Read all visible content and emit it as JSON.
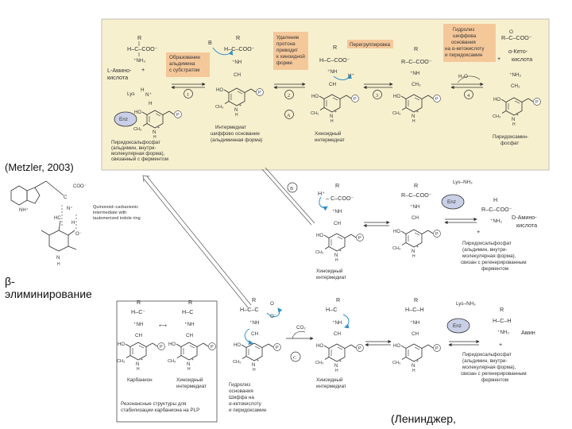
{
  "citations": {
    "metzler": "(Metzler, 2003)",
    "lehninger": "(Ленинджер,"
  },
  "beta_label_line1": "β-",
  "beta_label_line2": "элиминирование",
  "left_figure": {
    "note_line1": "Quinonoid–carbanionic",
    "note_line2": "intermediate with",
    "note_line3": "tautomerized indole ring"
  },
  "panel_top": {
    "aa_label1": "L-Амино-",
    "aa_label2": "кислота",
    "plp_caption": [
      "Пиридоксальфосфат",
      "(альдимин, внутри-",
      "молекулярная форма),",
      "связанный с ферментом"
    ],
    "intermediate_caption": [
      "Интермедиат",
      "шиффово основание",
      "(альдиминная форма)"
    ],
    "quinonoid_caption": [
      "Хиноидный",
      "интермедиат"
    ],
    "pmp_caption": [
      "Пиридоксамин-",
      "фосфат"
    ],
    "ketoacid_label1": "α-Кето-",
    "ketoacid_label2": "кислота",
    "step1_box": [
      "Образование",
      "альдимина",
      "с субстратом"
    ],
    "step2_box": [
      "Удаление",
      "протона",
      "приводит",
      "к хиноидной",
      "форме"
    ],
    "step3_box": [
      "Перегруппировка"
    ],
    "step4_box": [
      "Гидролиз",
      "шиффова",
      "основания",
      "на α-кетокислоту",
      "и пиридоксамин"
    ],
    "step_numbers": [
      "1",
      "2",
      "3",
      "4"
    ],
    "route_a": "A",
    "water": "H₂O",
    "enz": "Enz",
    "lys": "Lys"
  },
  "panel_b": {
    "route": "B",
    "quinonoid_caption": [
      "Хиноидный",
      "интермедиат"
    ],
    "product_label1": "D-Амино-",
    "product_label2": "кислота",
    "plp_caption": [
      "Пиридоксальфосфат",
      "(альдимин, внутри-",
      "молекулярная форма),",
      "связан с регенерированным",
      "ферментом"
    ],
    "enz": "Enz",
    "lys_nh3": "Lys–NH₃"
  },
  "panel_c": {
    "route": "C",
    "carbanion": "Карбанион",
    "quinonoid_resonance": [
      "Хиноидный",
      "интермедиат"
    ],
    "resonance_caption": [
      "Резонансные структуры для",
      "стабилизации карбаниона на PLP"
    ],
    "hydrolysis_caption": [
      "Гидролиз",
      "основания",
      "Шиффа на",
      "α-кетокислоту",
      "и пиридоксамин"
    ],
    "co2": "CO₂",
    "quinonoid_caption": [
      "Хиноидный",
      "интермедиат"
    ],
    "amine": "Амин",
    "plp_caption": [
      "Пиридоксальфосфат",
      "(альдимин, внутри-",
      "молекулярная форма),",
      "связан с регенерированным",
      "ферментом"
    ],
    "enz": "Enz",
    "lys_nh3": "Lys–NH₃"
  },
  "colors": {
    "panel_top_bg": "#f7f0cf",
    "step_box_bg": "#f5c89a",
    "enz_fill": "#c9cfe6",
    "arrow_blue": "#2f8fc4",
    "bond_red": "#c0392b",
    "phosphate_stroke": "#555555"
  }
}
